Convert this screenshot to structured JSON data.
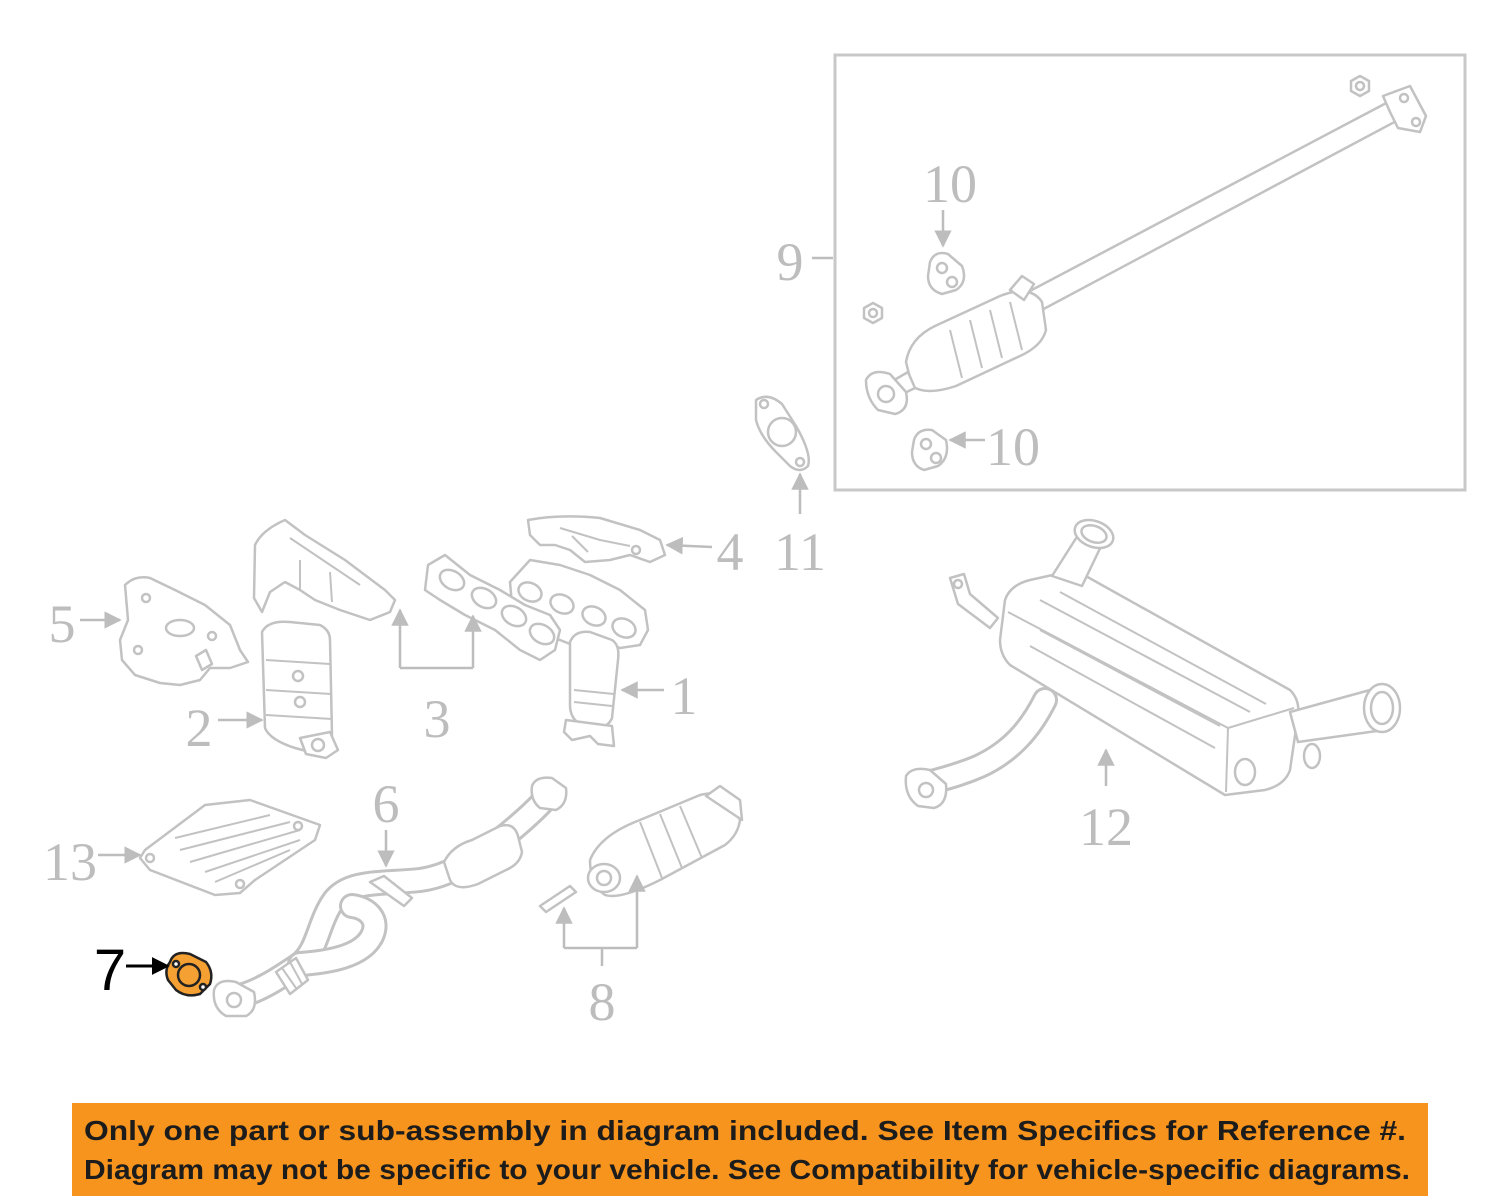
{
  "diagram": {
    "callouts": [
      {
        "number": "1"
      },
      {
        "number": "2"
      },
      {
        "number": "3"
      },
      {
        "number": "4"
      },
      {
        "number": "5"
      },
      {
        "number": "6"
      },
      {
        "number": "7",
        "highlighted": true
      },
      {
        "number": "8"
      },
      {
        "number": "9"
      },
      {
        "number": "10"
      },
      {
        "number": "10"
      },
      {
        "number": "11"
      },
      {
        "number": "12"
      },
      {
        "number": "13"
      }
    ]
  },
  "banner": {
    "line1": "Only one part or sub-assembly in diagram included. See Item Specifics for Reference #.",
    "line2": "Diagram may not be specific to your vehicle. See Compatibility for vehicle-specific diagrams."
  },
  "colors": {
    "diagram_line": "#c2c2c2",
    "callout_text": "#bdbdbd",
    "highlight_fill": "#f5a033",
    "highlight_callout": "#000000",
    "banner_background": "#f7941d",
    "banner_text": "#1c1c1c"
  }
}
